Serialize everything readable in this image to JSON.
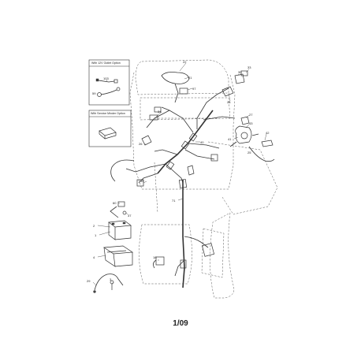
{
  "insets": {
    "outlet_title": "With 12V Outlet Option",
    "minder_title": "With Service Minder Option",
    "outlet_labels": [
      "103",
      "59"
    ]
  },
  "callouts": {
    "c22": "22",
    "c21": "21",
    "c97": "97",
    "c33": "33",
    "c30": "30",
    "c34": "34",
    "c28": "28",
    "c27": "27",
    "c43": "43",
    "c41": "41",
    "c42": "42",
    "c25": "25",
    "c40": "40",
    "c26": "26",
    "c15": "15",
    "c71": "71",
    "c60": "60",
    "c37": "37",
    "c2": "2",
    "c1": "1",
    "c4": "4",
    "c29": "29",
    "c3": "3",
    "c18": "18"
  },
  "footer": {
    "page_number": "1/09"
  }
}
